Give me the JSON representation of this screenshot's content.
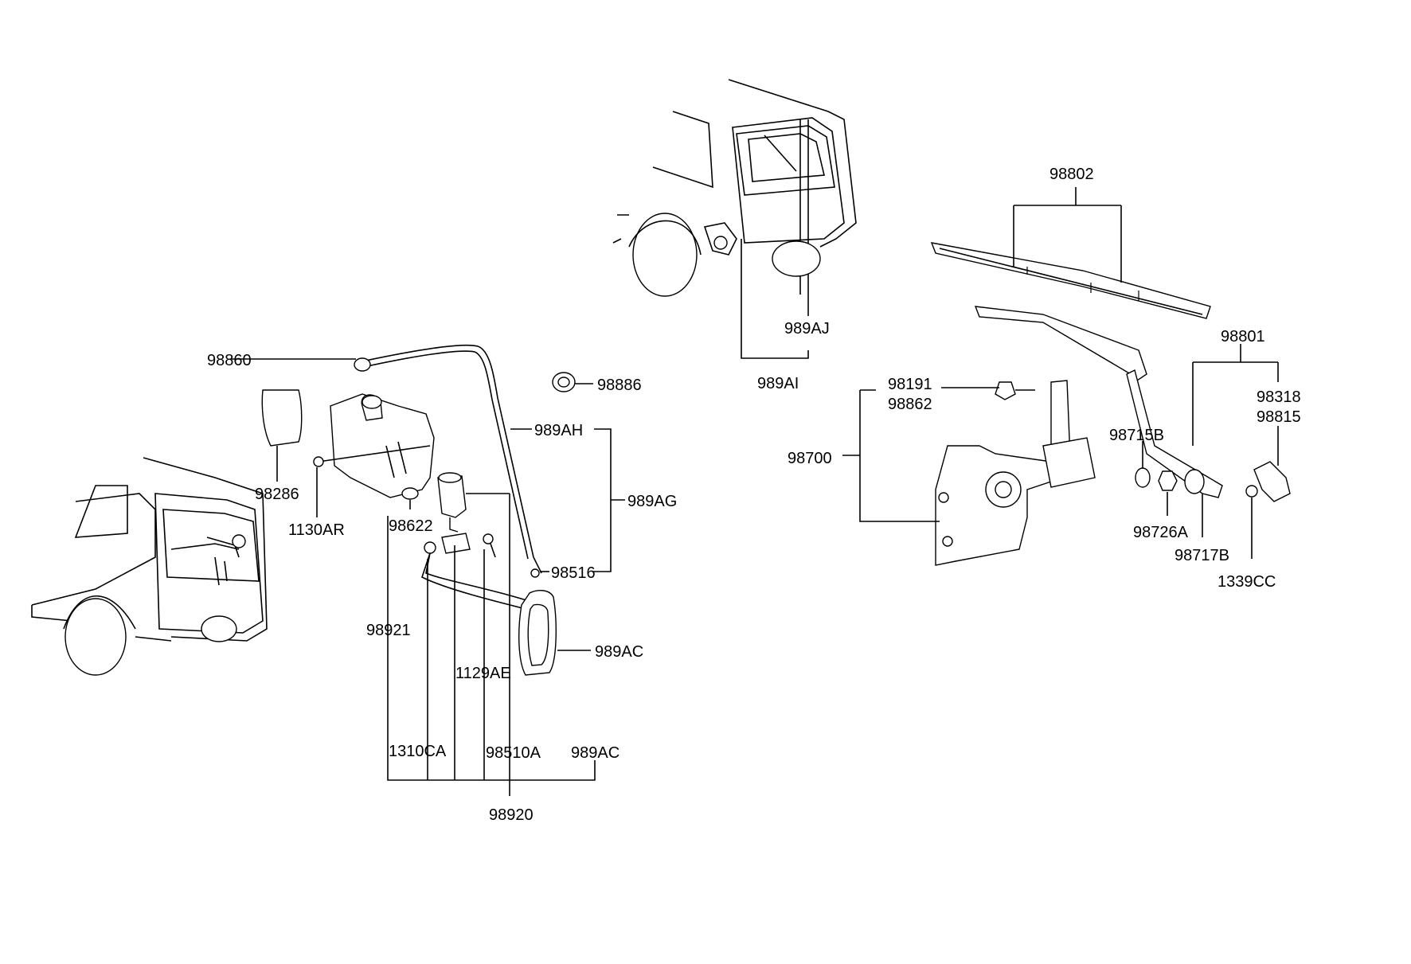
{
  "labels": {
    "p98860": "98860",
    "p98286": "98286",
    "p1130AR": "1130AR",
    "p98622": "98622",
    "p98886": "98886",
    "p989AH": "989AH",
    "p989AG": "989AG",
    "p98516": "98516",
    "p989AC_hose": "989AC",
    "p98921": "98921",
    "p1129AE": "1129AE",
    "p1310CA": "1310CA",
    "p98510A": "98510A",
    "p989AC_bottom": "989AC",
    "p98920": "98920",
    "p989AJ": "989AJ",
    "p989AI": "989AI",
    "p98802": "98802",
    "p98801": "98801",
    "p98191": "98191",
    "p98862": "98862",
    "p98700": "98700",
    "p98318": "98318",
    "p98815": "98815",
    "p98715B": "98715B",
    "p98726A": "98726A",
    "p98717B": "98717B",
    "p1339CC": "1339CC"
  }
}
